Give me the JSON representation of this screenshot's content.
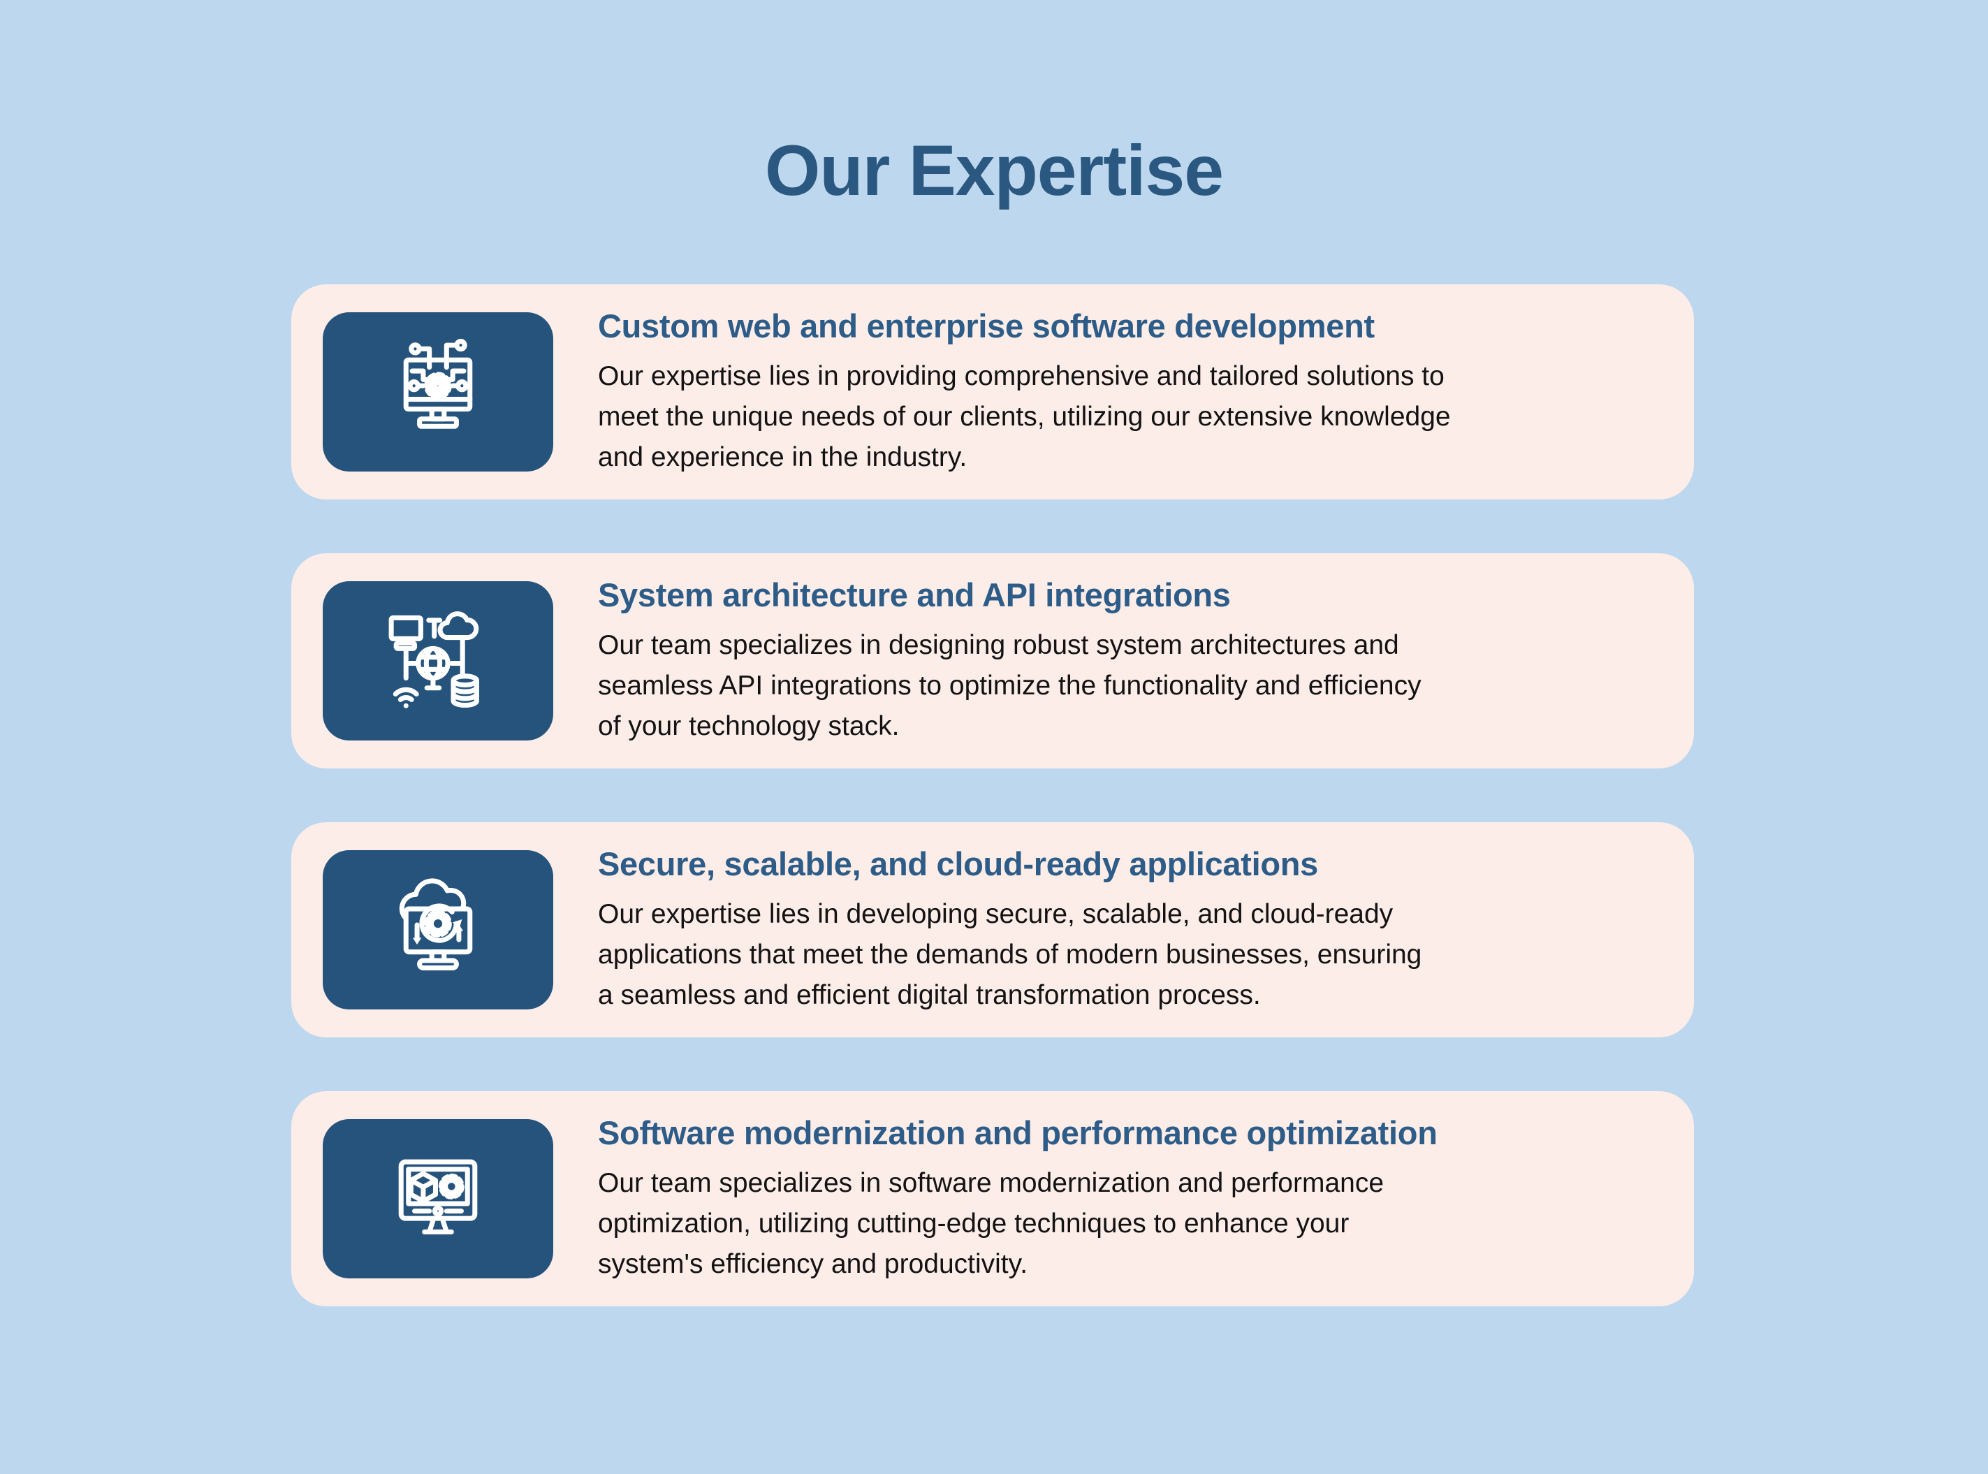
{
  "page": {
    "title": "Our Expertise"
  },
  "colors": {
    "background": "#bdd7ee",
    "card": "#fdede8",
    "tile": "#25537c",
    "title": "#2b5880",
    "heading": "#2c5c87",
    "body": "#131313",
    "icon": "#ffffff"
  },
  "cards": [
    {
      "icon": "circuit-monitor-icon",
      "title": "Custom web and enterprise software development",
      "description": "Our expertise lies in providing comprehensive and tailored solutions to\nmeet the unique needs of our clients, utilizing our extensive knowledge\nand experience in the industry."
    },
    {
      "icon": "network-architecture-icon",
      "title": "System architecture and API integrations",
      "description": "Our team specializes in designing robust system architectures and\nseamless API integrations to optimize the functionality and efficiency\nof your technology stack."
    },
    {
      "icon": "cloud-sync-monitor-icon",
      "title": "Secure, scalable, and cloud-ready applications",
      "description": "Our expertise lies in developing secure, scalable, and cloud-ready\napplications that meet the demands of modern businesses, ensuring\na seamless and efficient digital transformation process."
    },
    {
      "icon": "cube-gear-monitor-icon",
      "title": "Software modernization and performance optimization",
      "description": "Our team specializes in software modernization and performance\noptimization, utilizing cutting-edge techniques to enhance your\nsystem's efficiency and productivity."
    }
  ]
}
